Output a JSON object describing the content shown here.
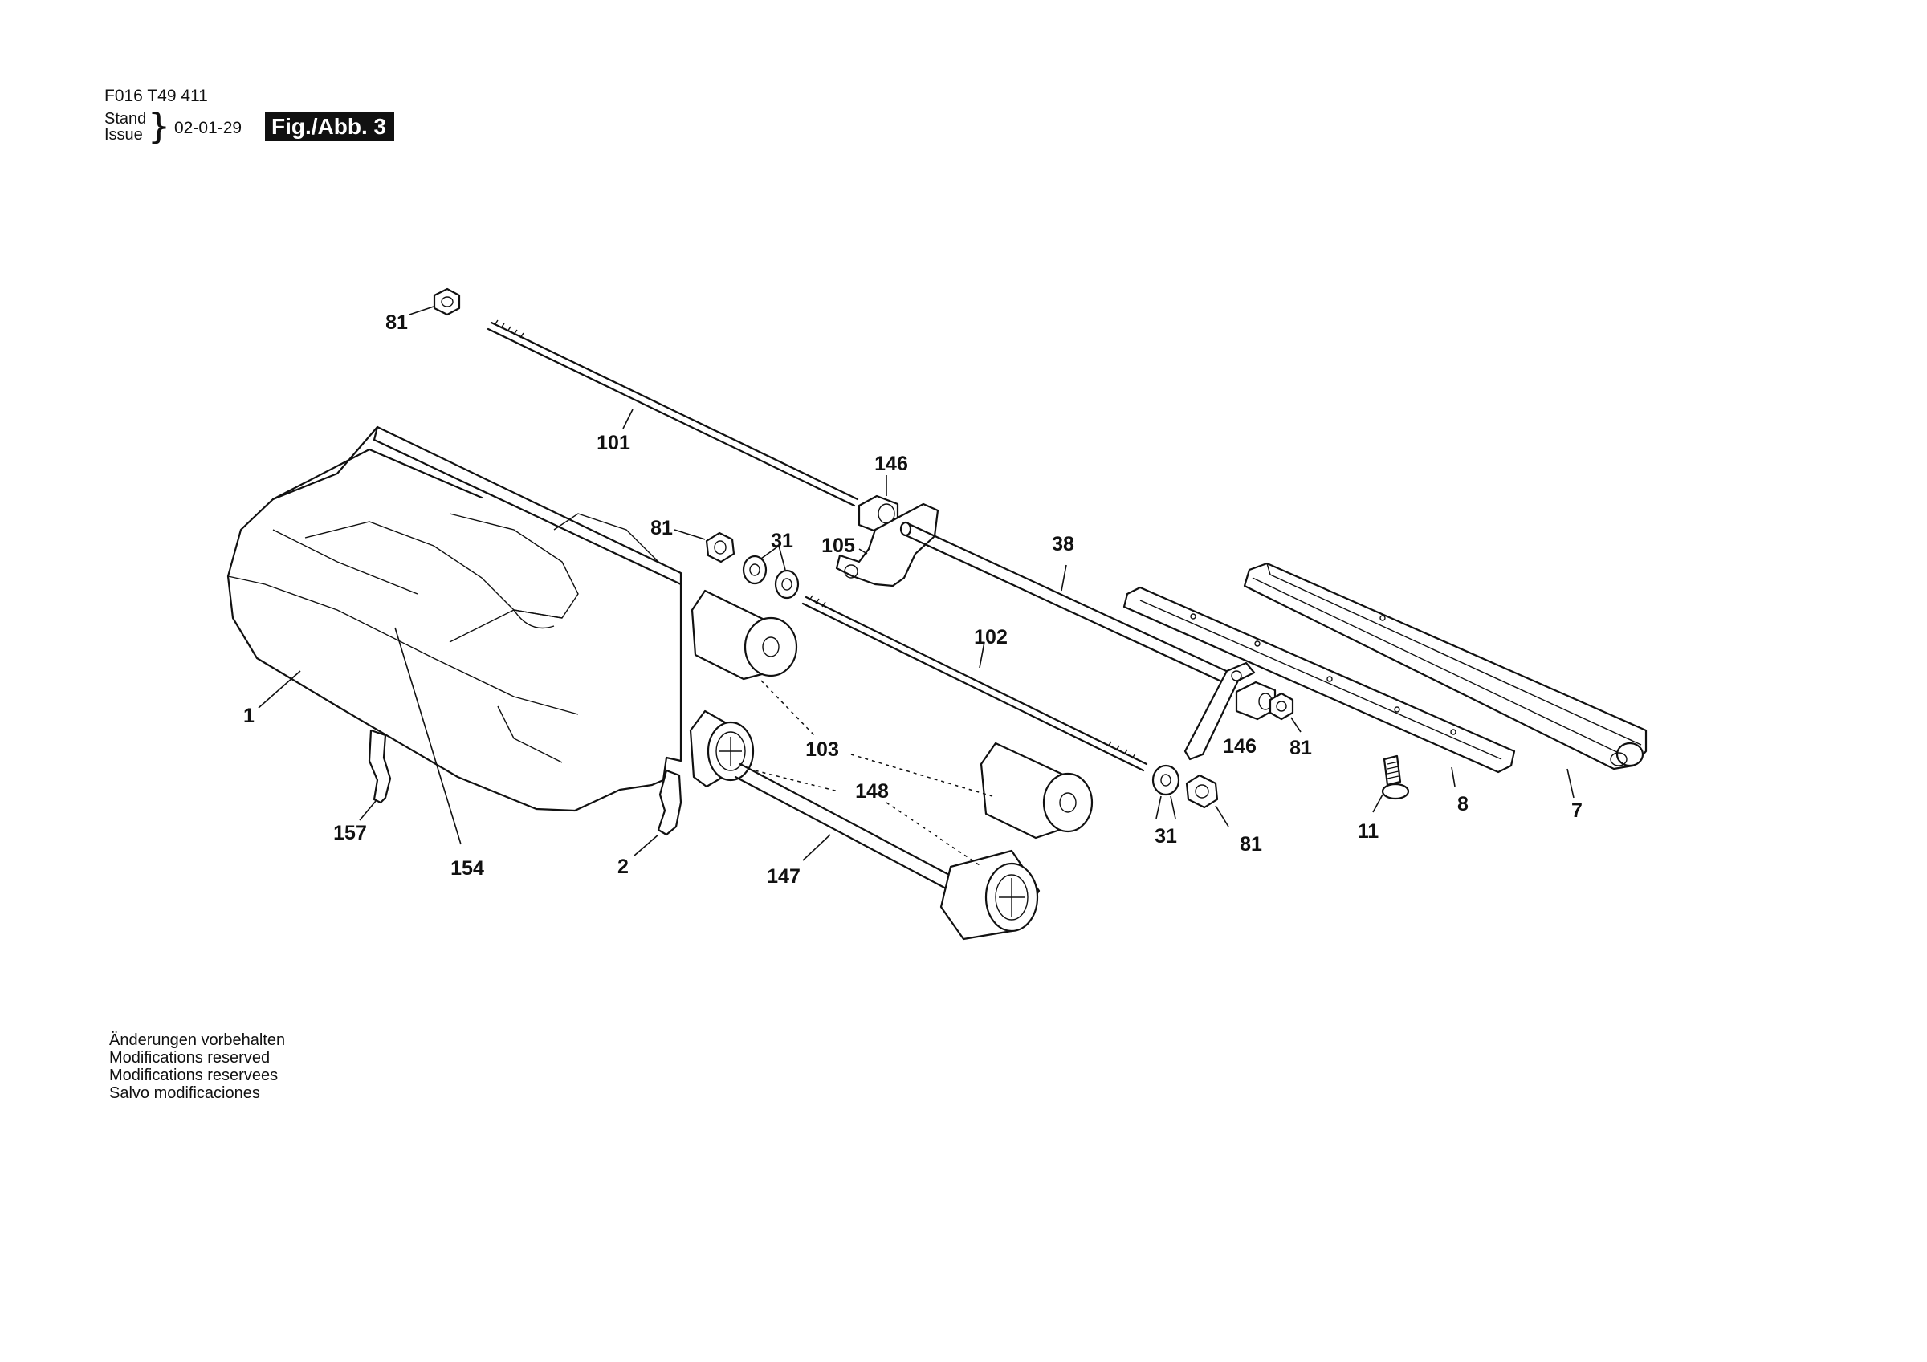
{
  "header": {
    "doc_number": "F016 T49 411",
    "stand_label": "Stand",
    "issue_label": "Issue",
    "issue_date": "02-01-29",
    "figure_label": "Fig./Abb. 3"
  },
  "notice": [
    "Änderungen vorbehalten",
    "Modifications reserved",
    "Modifications reservees",
    "Salvo modificaciones"
  ],
  "part_labels": {
    "p81_top": "81",
    "p101": "101",
    "p146_top": "146",
    "p81_mid": "81",
    "p31_top": "31",
    "p105": "105",
    "p38": "38",
    "p102": "102",
    "p1": "1",
    "p103": "103",
    "p148": "148",
    "p146_right": "146",
    "p81_right": "81",
    "p157": "157",
    "p154": "154",
    "p2": "2",
    "p147": "147",
    "p31_bottom": "31",
    "p81_bottom": "81",
    "p11": "11",
    "p8": "8",
    "p7": "7"
  }
}
